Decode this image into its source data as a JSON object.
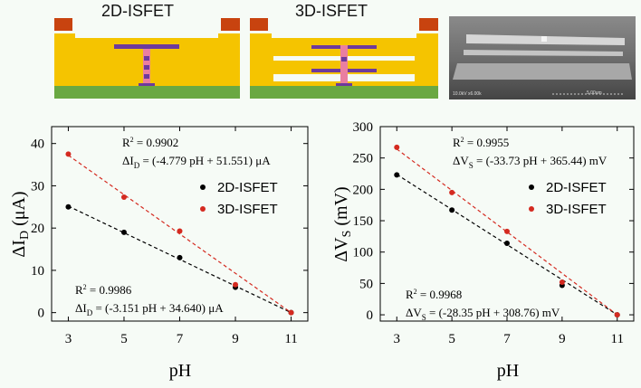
{
  "diagrams": {
    "left_label": "2D-ISFET",
    "middle_label": "3D-ISFET",
    "sem_caption": "10.0kV x6.00k",
    "sem_scale": "5.00um"
  },
  "colors": {
    "background": "#f6fbf6",
    "oxide": "#f5c400",
    "substrate": "#6aa842",
    "contact": "#c8430f",
    "gate": "#6d3a9c",
    "channel": "#ea7fa0",
    "series_2d": "#000000",
    "series_3d": "#d42a20"
  },
  "chart_data": [
    {
      "type": "scatter",
      "xlabel": "pH",
      "ylabel": "ΔI_D (μA)",
      "x_ticks": [
        3,
        5,
        7,
        9,
        11
      ],
      "y_ticks": [
        0,
        10,
        20,
        30,
        40
      ],
      "xlim": [
        2.4,
        11.6
      ],
      "ylim": [
        -2,
        44
      ],
      "legend_position": "right-middle",
      "series": [
        {
          "name": "2D-ISFET",
          "color": "#000000",
          "x": [
            3,
            5,
            7,
            9,
            11
          ],
          "y": [
            25.0,
            19.0,
            13.0,
            6.0,
            0.0
          ],
          "fit": {
            "slope": -3.151,
            "intercept": 34.64
          }
        },
        {
          "name": "3D-ISFET",
          "color": "#d42a20",
          "x": [
            3,
            5,
            7,
            9,
            11
          ],
          "y": [
            37.5,
            27.3,
            19.3,
            6.6,
            0.0
          ],
          "fit": {
            "slope": -4.779,
            "intercept": 51.551
          }
        }
      ],
      "annotations": [
        {
          "r2": "R² = 0.9902",
          "eq": "ΔI_D = (-4.779 pH + 51.551) μA"
        },
        {
          "r2": "R² = 0.9986",
          "eq": "ΔI_D = (-3.151 pH + 34.640) μA"
        }
      ]
    },
    {
      "type": "scatter",
      "xlabel": "pH",
      "ylabel": "ΔV_S (mV)",
      "x_ticks": [
        3,
        5,
        7,
        9,
        11
      ],
      "y_ticks": [
        0,
        50,
        100,
        150,
        200,
        250,
        300
      ],
      "xlim": [
        2.4,
        11.6
      ],
      "ylim": [
        -10,
        300
      ],
      "legend_position": "right-middle",
      "series": [
        {
          "name": "2D-ISFET",
          "color": "#000000",
          "x": [
            3,
            5,
            7,
            9,
            11
          ],
          "y": [
            223,
            167,
            114,
            47,
            0
          ],
          "fit": {
            "slope": -28.35,
            "intercept": 308.76
          }
        },
        {
          "name": "3D-ISFET",
          "color": "#d42a20",
          "x": [
            3,
            5,
            7,
            9,
            11
          ],
          "y": [
            267,
            195,
            133,
            52,
            0
          ],
          "fit": {
            "slope": -33.73,
            "intercept": 365.44
          }
        }
      ],
      "annotations": [
        {
          "r2": "R² = 0.9955",
          "eq": "ΔV_S = (-33.73 pH + 365.44) mV"
        },
        {
          "r2": "R² = 0.9968",
          "eq": "ΔV_S = (-28.35 pH + 308.76) mV"
        }
      ]
    }
  ]
}
